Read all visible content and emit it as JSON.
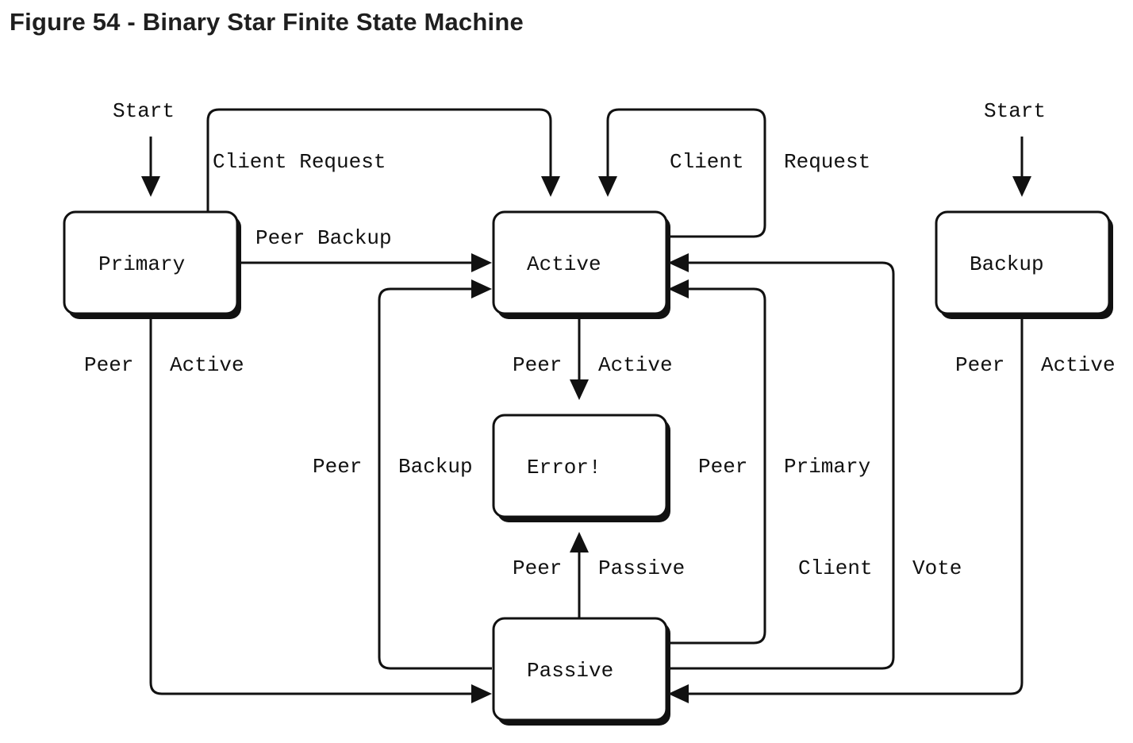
{
  "title": "Figure 54 - Binary Star Finite State Machine",
  "states": {
    "primary": "Primary",
    "backup": "Backup",
    "active": "Active",
    "passive": "Passive",
    "error": "Error!"
  },
  "labels": {
    "start_primary": "Start",
    "start_backup": "Start",
    "client_request_top": "Client Request",
    "client_self_1": "Client",
    "client_self_2": "Request",
    "peer_backup": "Peer Backup",
    "primary_peer": "Peer",
    "primary_active": "Active",
    "active_peer": "Peer",
    "active_active": "Active",
    "passive_peer_left": "Peer",
    "passive_backup_left": "Backup",
    "passive_peer_right": "Peer",
    "passive_primary_right": "Primary",
    "passive_peer_bottom": "Peer",
    "passive_passive_bottom": "Passive",
    "client": "Client",
    "vote": "Vote",
    "backup_peer": "Peer",
    "backup_active": "Active"
  },
  "colors": {
    "ink": "#111111",
    "title": "#1f1f1f",
    "background": "#ffffff"
  }
}
